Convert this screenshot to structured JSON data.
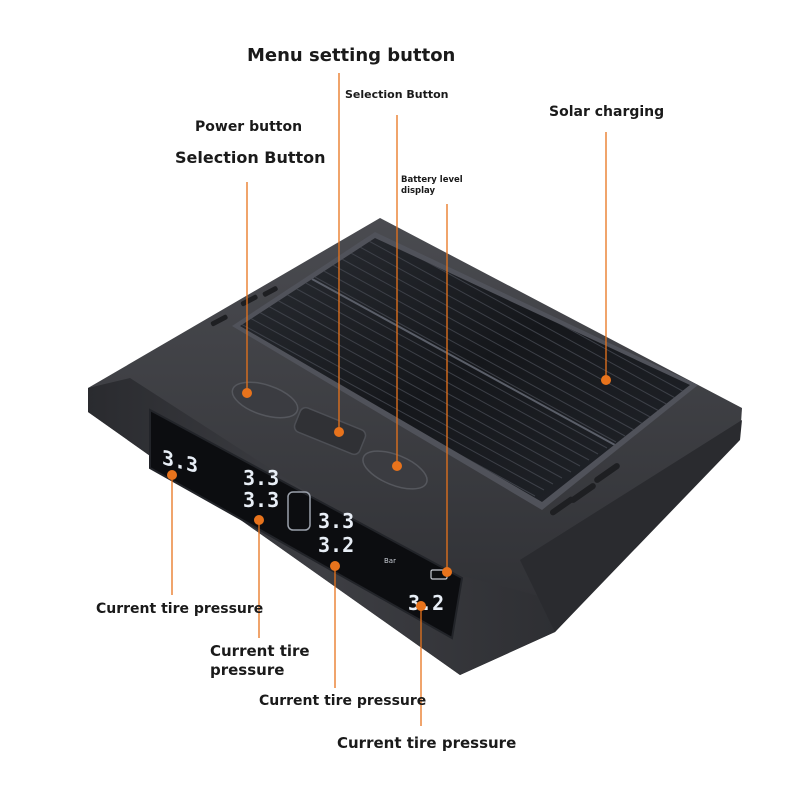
{
  "labels": {
    "menu_setting": "Menu setting button",
    "selection_top": "Selection Button",
    "power": "Power button",
    "selection_left": "Selection Button",
    "battery": "Battery level display",
    "solar": "Solar charging",
    "tire_1": "Current tire pressure",
    "tire_2": "Current tire pressure",
    "tire_3": "Current tire pressure",
    "tire_4": "Current tire pressure"
  },
  "lcd": {
    "front_left": "3.3",
    "front_mid_a": "3.3",
    "front_mid_b": "3.3",
    "rear_mid_a": "3.3",
    "rear_mid_b": "3.2",
    "rear_right": "3.2",
    "unit": "Bar"
  },
  "colors": {
    "accent": "#e8731c",
    "device_body": "#3a3b3f",
    "solar_panel": "#1b1d22",
    "lcd_text": "#e8eef6"
  }
}
